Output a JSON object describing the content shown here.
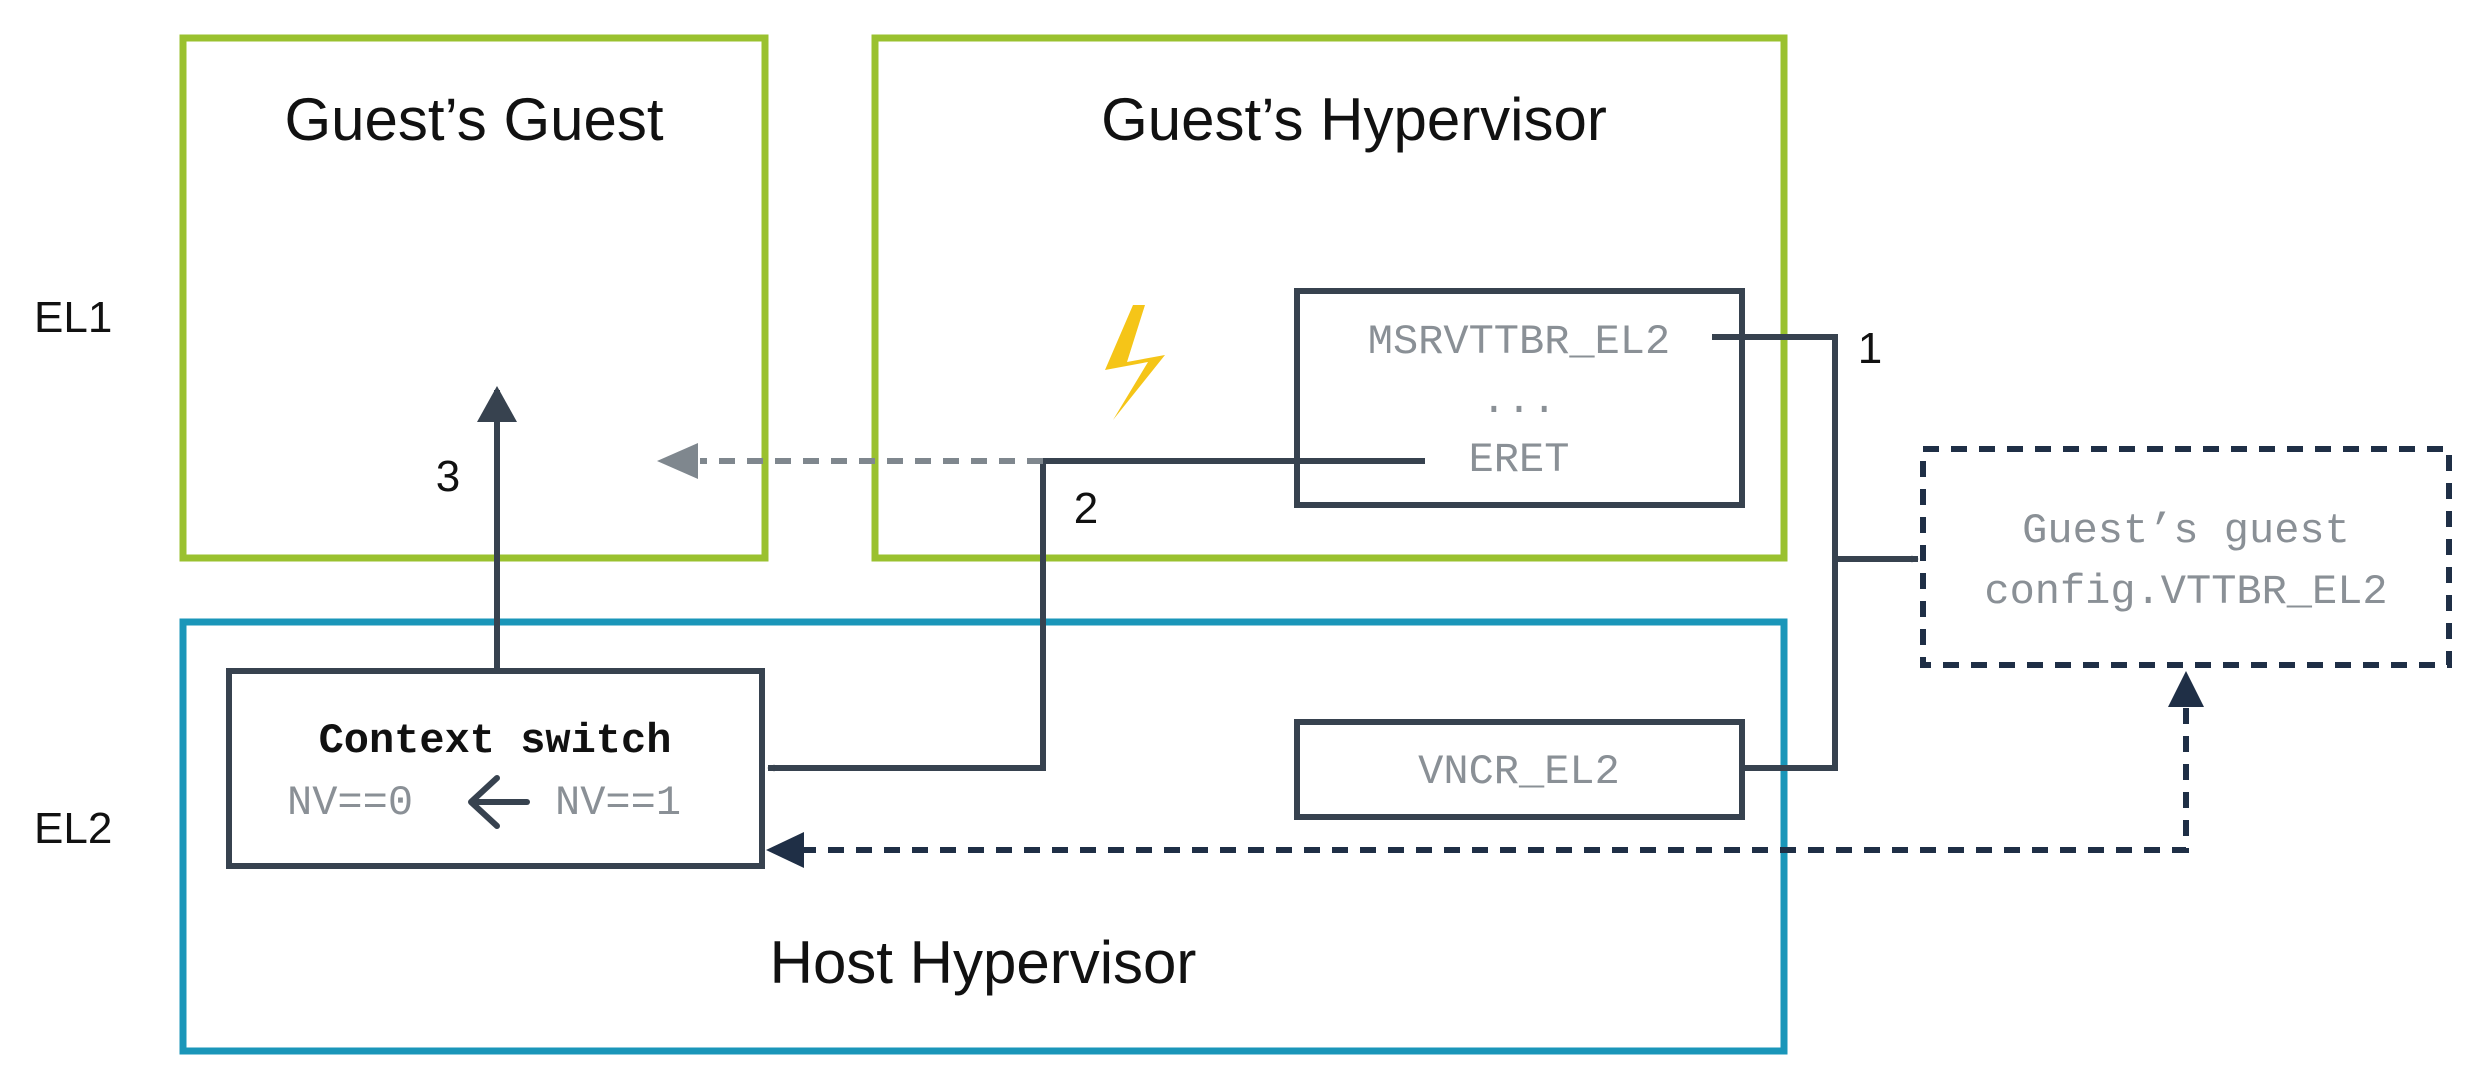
{
  "levels": {
    "el1": "EL1",
    "el2": "EL2"
  },
  "boxes": {
    "guest_guest": {
      "title": "Guest’s Guest"
    },
    "guest_hypervisor": {
      "title": "Guest’s Hypervisor",
      "code": {
        "line1": "MSRVTTBR_EL2",
        "line2": "...",
        "line3": "ERET"
      }
    },
    "host_hypervisor": {
      "title": "Host Hypervisor",
      "context_switch": {
        "title": "Context switch",
        "nv0": "NV==0",
        "nv1": "NV==1"
      },
      "vncr": "VNCR_EL2"
    },
    "guest_config": {
      "line1": "Guest’s guest",
      "line2": "config.VTTBR_EL2"
    }
  },
  "steps": {
    "s1": "1",
    "s2": "2",
    "s3": "3"
  },
  "colors": {
    "guest_border": "#9ac12f",
    "host_border": "#1a96b9",
    "line": "#37424f",
    "dashed_gray": "#7f878e",
    "dashed_navy": "#1f2f46",
    "lightning": "#f5c518"
  },
  "icons": {
    "exception": "lightning-icon",
    "nv_transition": "arrow-left-icon"
  }
}
